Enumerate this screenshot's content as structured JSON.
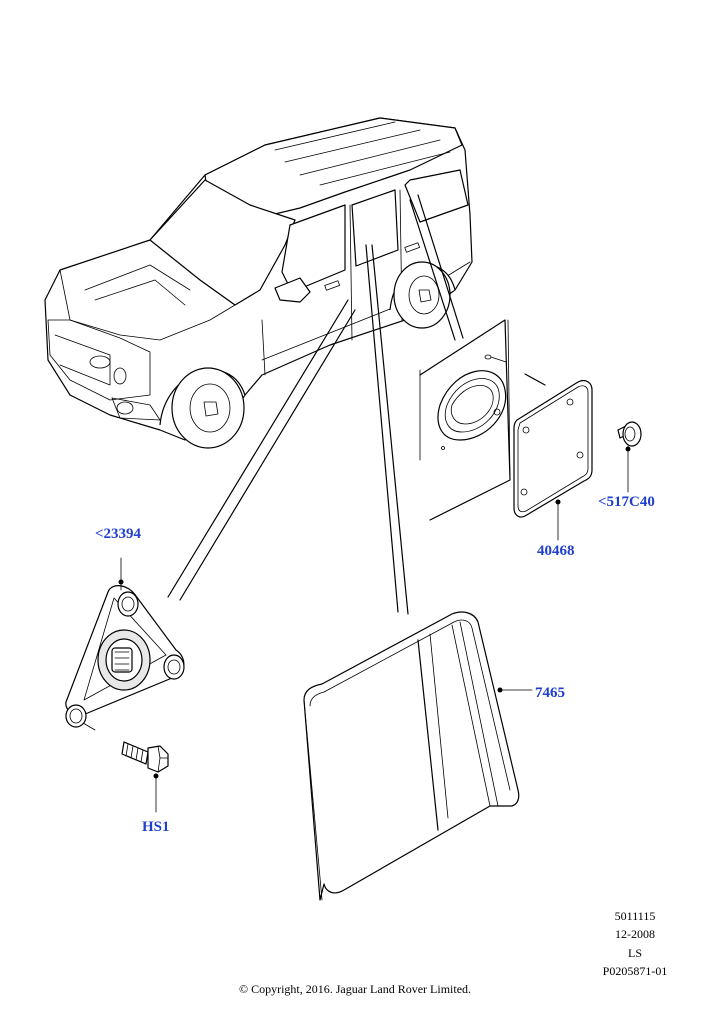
{
  "callouts": {
    "bracket": "<23394",
    "bolt": "HS1",
    "glass": "7465",
    "cover": "40468",
    "clip": "<517C40"
  },
  "info": {
    "line1": "5011115",
    "line2": "12-2008",
    "line3": "LS",
    "line4": "P0205871-01"
  },
  "copyright": "© Copyright, 2016. Jaguar Land Rover Limited.",
  "colors": {
    "callout": "#1f3fcf",
    "line": "#000000",
    "background": "#ffffff"
  }
}
